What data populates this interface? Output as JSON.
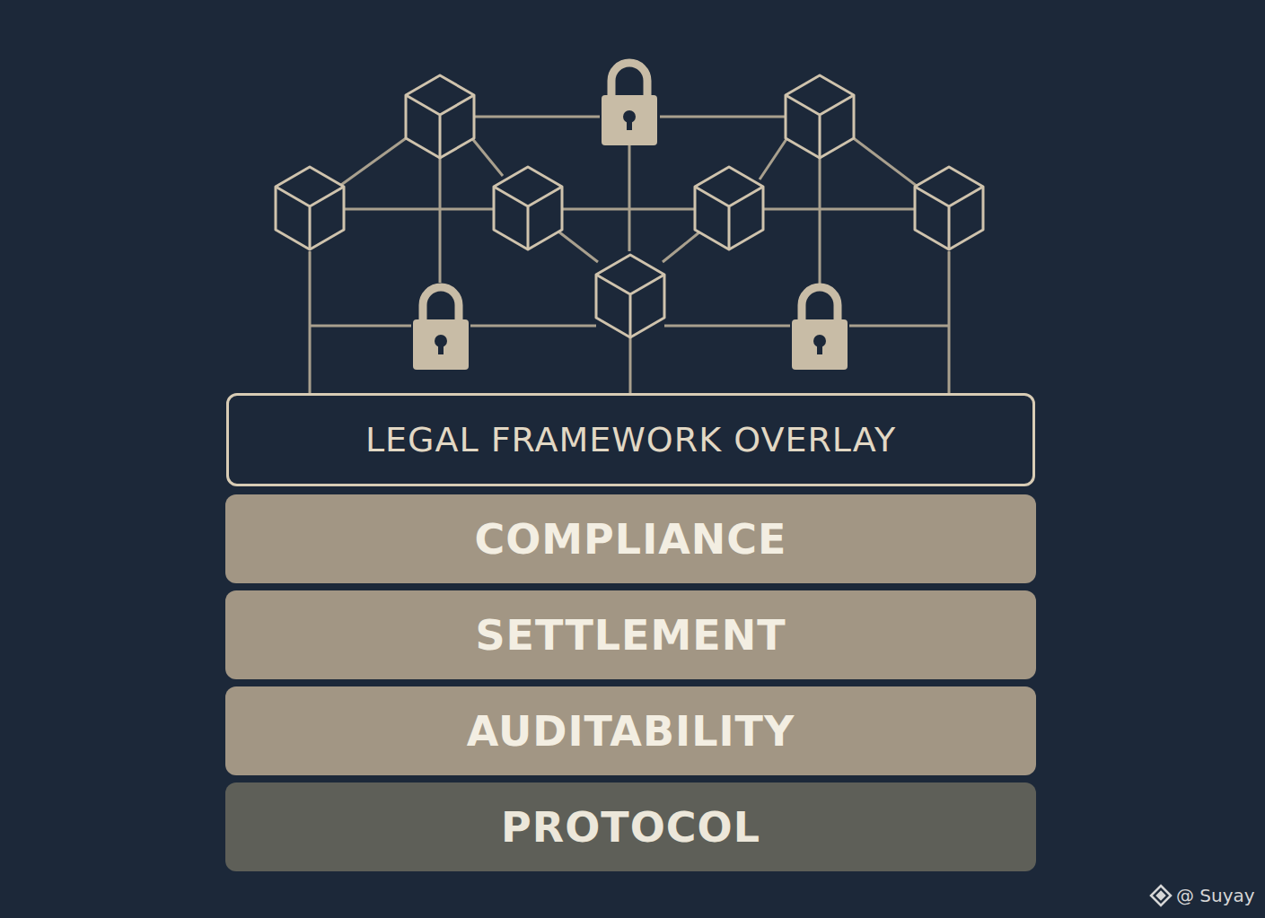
{
  "diagram": {
    "nodes": [
      {
        "text": [
          "LEGAL FRAMEWORK OVERLAY"
        ]
      },
      {
        "text": [
          "COMPLIANCE"
        ]
      },
      {
        "text": [
          "SETTLEMENT"
        ]
      },
      {
        "text": [
          "AUDITABILITY"
        ]
      },
      {
        "text": [
          "PROTOCOL"
        ]
      }
    ],
    "labels": [
      "@ Suyay"
    ]
  }
}
